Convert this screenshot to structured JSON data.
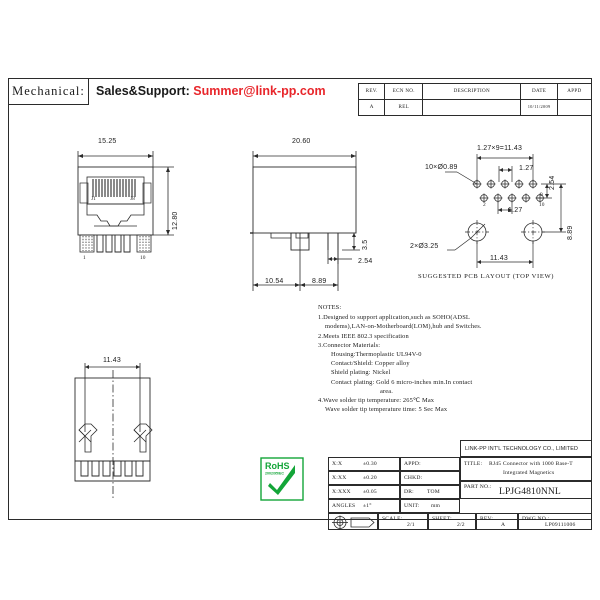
{
  "header": {
    "mechanical_label": "Mechanical:",
    "sales_label": "Sales&Support:",
    "email": "Summer@link-pp.com"
  },
  "revision_table": {
    "columns": [
      "REV.",
      "ECN NO.",
      "DESCRIPTION",
      "DATE",
      "APPD"
    ],
    "rows": [
      {
        "rev": "A",
        "ecn_no": "REL",
        "description": "",
        "date": "10/11/2009",
        "appd": ""
      }
    ]
  },
  "views": {
    "front": {
      "width_dim": "15.25",
      "height_dim": "12.80",
      "pin_left_top": "J1",
      "pin_right_top": "J8",
      "pin_left_bottom": "1",
      "pin_right_bottom": "10"
    },
    "side": {
      "width_dim": "20.60",
      "tail_height_dim": "3.5",
      "pitch_dim": "2.54",
      "left_dim": "10.54",
      "right_dim": "8.89"
    },
    "bottom": {
      "width_dim": "11.43"
    },
    "pcb_layout": {
      "caption": "SUGGESTED PCB LAYOUT (TOP VIEW)",
      "pitch_total": "1.27×9=11.43",
      "hole_callout": "10×Ø0.89",
      "mount_callout": "2×Ø3.25",
      "pitch": "1.27",
      "pitch_row": "1.27",
      "row_gap": "2.54",
      "height_dim": "8.89",
      "width_dim": "11.43",
      "pin_2": "2",
      "pin_1": "1",
      "pin_10": "10",
      "pin_9": "9"
    }
  },
  "notes": {
    "title": "NOTES:",
    "lines": [
      "1.Designed to support application,such as SOHO(ADSL",
      "modems),LAN-on-Motherboard(LOM),hub and Switches.",
      "2.Meets IEEE 802.3 specification",
      "3.Connector Materials:",
      "Housing:Thermoplastic UL94V-0",
      "Contact/Shield: Copper alloy",
      "Shield plating: Nickel",
      "Contact plating: Gold 6 micro-inches min.In contact",
      "area.",
      "4.Wave solder tip temperature: 265℃ Max",
      "Wave solder tip temperature time: 5 Sec Max"
    ]
  },
  "title_block": {
    "tolerances": [
      {
        "label": "X:X",
        "value": "±0.30"
      },
      {
        "label": "X:XX",
        "value": "±0.20"
      },
      {
        "label": "X:XXX",
        "value": "±0.05"
      },
      {
        "label": "ANGLES",
        "value": "±1°"
      }
    ],
    "appd_label": "APPD:",
    "appd_value": "",
    "chkd_label": "CHKD:",
    "chkd_value": "",
    "dr_label": "DR:",
    "dr_value": "TOM",
    "unit_label": "UNIT:",
    "unit_value": "mm",
    "company": "LINK-PP INT'L TECHNOLOGY CO., LIMITED",
    "title_label": "TITLE:",
    "title_line1": "RJ45 Connector with 1000 Base-T",
    "title_line2": "Integrated Magnetics",
    "part_no_label": "PART NO.:",
    "part_no": "LPJG4810NNL",
    "scale_label": "SCALE:",
    "scale": "2/1",
    "sheet_label": "SHEET:",
    "sheet": "2/2",
    "rev_label": "REV:",
    "rev": "A",
    "dwg_no_label": "DWG NO.:",
    "dwg_no": "LP09111006"
  },
  "rohs": {
    "text": "RoHS",
    "subtext": "2002/95/EC",
    "color": "#13a538"
  },
  "colors": {
    "line": "#2b2b2b",
    "accent_red": "#e8262b",
    "rohs_green": "#13a538",
    "background": "#ffffff"
  }
}
